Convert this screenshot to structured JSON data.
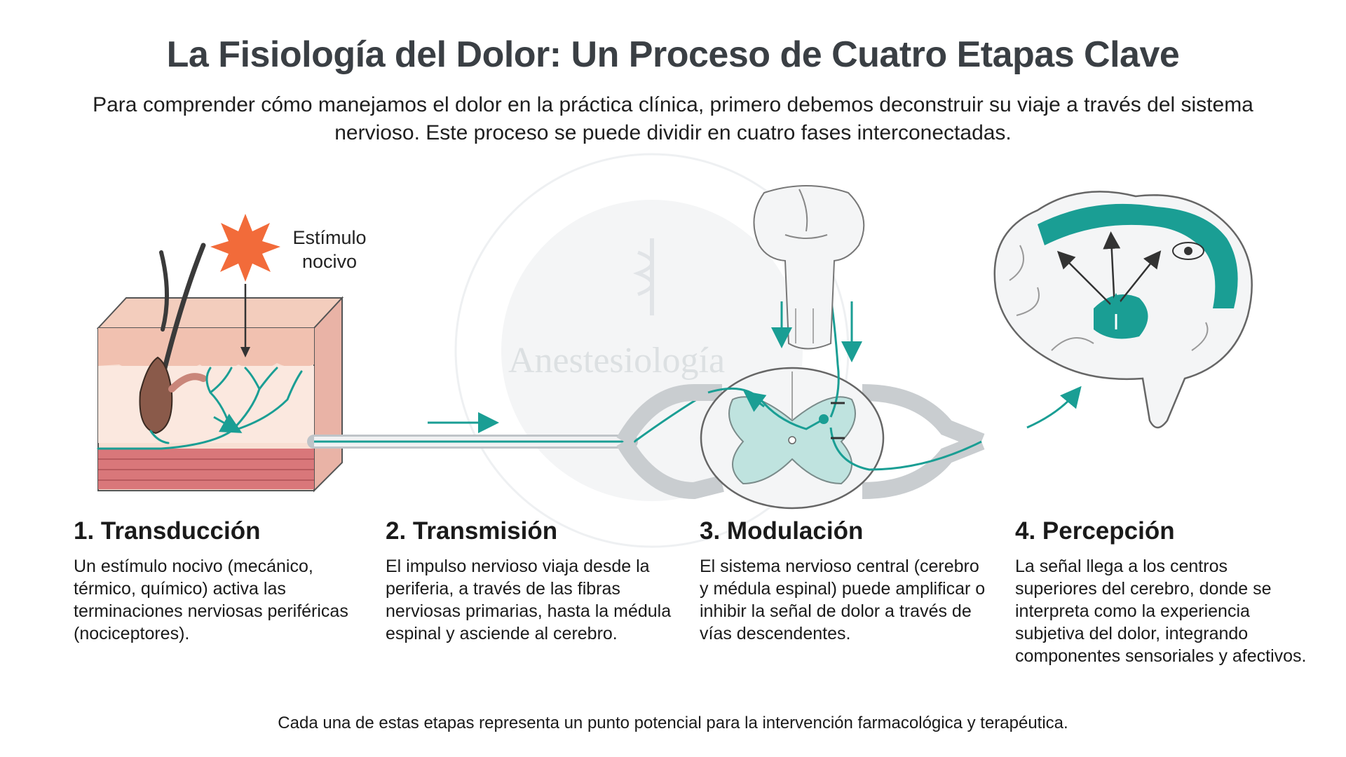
{
  "header": {
    "title": "La Fisiología del Dolor: Un Proceso de Cuatro Etapas Clave",
    "subtitle": "Para comprender cómo manejamos el dolor en la práctica clínica, primero debemos deconstruir su viaje a través del sistema nervioso. Este proceso se puede dividir en cuatro fases interconectadas."
  },
  "diagram": {
    "stimulus_label": "Estímulo nocivo",
    "watermark": "Anestesiología",
    "colors": {
      "teal": "#1a9e94",
      "teal_fill": "#bfe3df",
      "stimulus": "#f26b3a",
      "skin": "#f6d6c8",
      "muscle": "#d9777a",
      "tissue_outline": "#555555"
    }
  },
  "stages": [
    {
      "title": "1. Transducción",
      "text": "Un estímulo nocivo (mecánico, térmico, químico) activa las terminaciones nerviosas periféricas (nociceptores)."
    },
    {
      "title": "2. Transmisión",
      "text": "El impulso nervioso viaja desde la periferia, a través de las fibras nerviosas primarias, hasta la médula espinal y asciende al cerebro."
    },
    {
      "title": "3. Modulación",
      "text": "El sistema nervioso central (cerebro y médula espinal) puede amplificar o inhibir la señal de dolor a través de vías descendentes."
    },
    {
      "title": "4. Percepción",
      "text": "La señal llega a los centros superiores del cerebro, donde se interpreta como la experiencia subjetiva del dolor, integrando componentes sensoriales y afectivos."
    }
  ],
  "footer": {
    "note": "Cada una de estas etapas representa un punto potencial para la intervención farmacológica y terapéutica."
  }
}
